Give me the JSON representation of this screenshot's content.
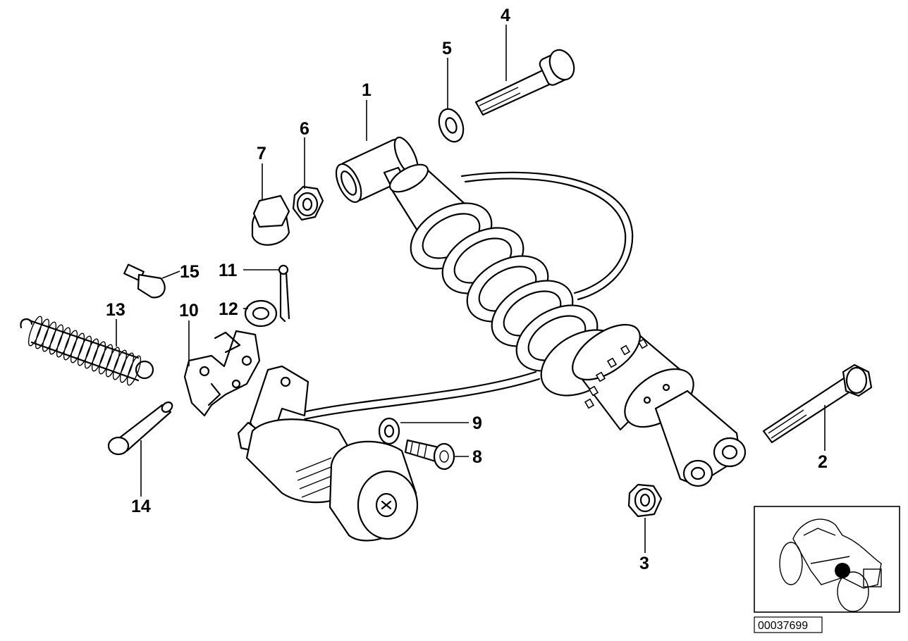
{
  "diagram": {
    "reference_code": "00037699",
    "parts": [
      {
        "number": "1",
        "part": "shock-absorber"
      },
      {
        "number": "2",
        "part": "lower-bolt"
      },
      {
        "number": "3",
        "part": "lower-nut"
      },
      {
        "number": "4",
        "part": "upper-bolt"
      },
      {
        "number": "5",
        "part": "washer"
      },
      {
        "number": "6",
        "part": "self-locking-nut"
      },
      {
        "number": "7",
        "part": "cap-nut"
      },
      {
        "number": "8",
        "part": "socket-screw"
      },
      {
        "number": "9",
        "part": "washer-small"
      },
      {
        "number": "10",
        "part": "bracket"
      },
      {
        "number": "11",
        "part": "cotter-pin"
      },
      {
        "number": "12",
        "part": "washer-round"
      },
      {
        "number": "13",
        "part": "tension-spring"
      },
      {
        "number": "14",
        "part": "pin"
      },
      {
        "number": "15",
        "part": "stud"
      }
    ]
  }
}
